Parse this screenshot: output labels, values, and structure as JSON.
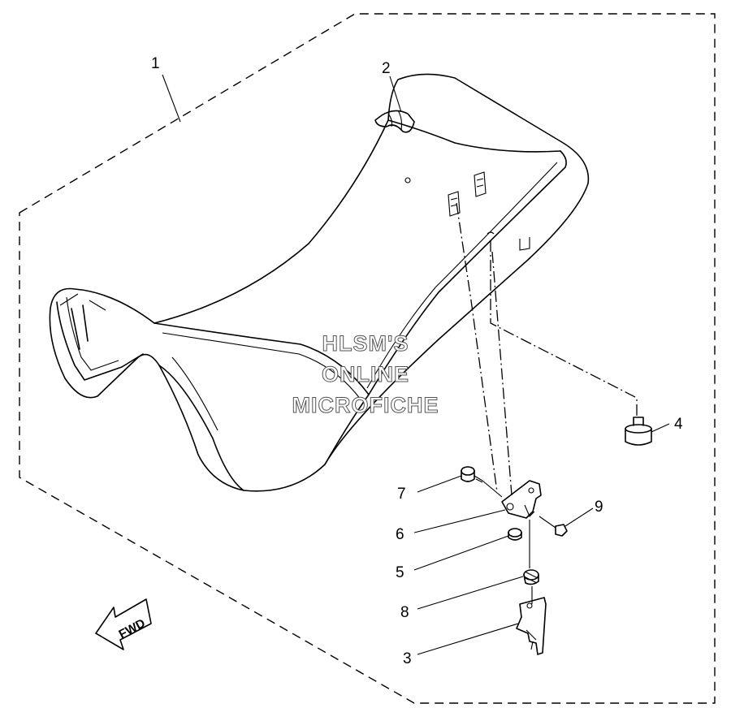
{
  "diagram": {
    "callouts": [
      {
        "id": "1",
        "text": "1"
      },
      {
        "id": "2",
        "text": "2"
      },
      {
        "id": "3",
        "text": "3"
      },
      {
        "id": "4",
        "text": "4"
      },
      {
        "id": "5",
        "text": "5"
      },
      {
        "id": "6",
        "text": "6"
      },
      {
        "id": "7",
        "text": "7"
      },
      {
        "id": "8",
        "text": "8"
      },
      {
        "id": "9",
        "text": "9"
      }
    ],
    "watermark": {
      "line1": "HLSM'S",
      "line2": "ONLINE",
      "line3": "MICROFICHE"
    },
    "direction_arrow": "FWD",
    "line_color": "#000000",
    "background_color": "#ffffff"
  }
}
